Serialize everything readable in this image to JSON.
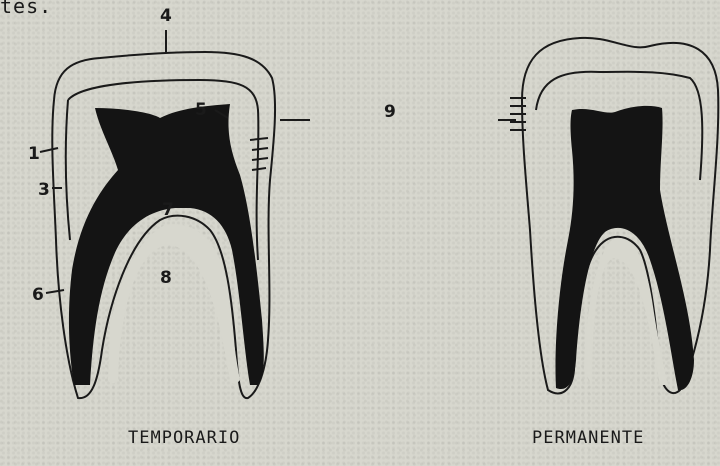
{
  "header_fragment": "tes.",
  "captions": {
    "temporary": "TEMPORARIO",
    "permanent": "PERMANENTE"
  },
  "labels": {
    "l1": "1",
    "l3": "3",
    "l4": "4",
    "l5": "5",
    "l6": "6",
    "l7": "7",
    "l8": "8",
    "l9": "9"
  },
  "colors": {
    "paper": "#d7d7ce",
    "ink": "#1a1a1a",
    "pulp": "#141414"
  }
}
